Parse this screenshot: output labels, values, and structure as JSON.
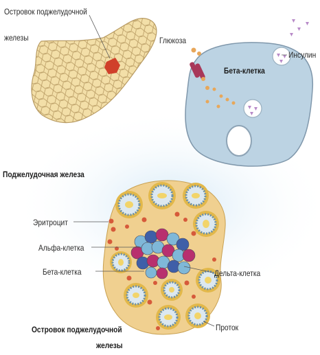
{
  "labels": {
    "islet_top_line1": "Островок поджелудочной",
    "islet_top_line2": "железы",
    "glucose": "Глюкоза",
    "insulin": "Инсулин",
    "beta_cell_title": "Бета-клетка",
    "pancreas": "Поджелудочная железа",
    "erythrocyte": "Эритроцит",
    "alpha_cell": "Альфа-клетка",
    "beta_cell": "Бета-клетка",
    "delta_cell": "Дельта-клетка",
    "duct": "Проток",
    "islet_bottom_line1": "Островок поджелудочной",
    "islet_bottom_line2": "железы"
  },
  "colors": {
    "pancreas_fill": "#f3dfa8",
    "pancreas_stroke": "#b89b63",
    "islet_spot": "#d0402a",
    "beta_cell_body": "#bcd3e3",
    "beta_cell_stroke": "#7f97ab",
    "glucose_dot": "#e8a75a",
    "receptor": "#a8385a",
    "insulin_tri": "#b88ac8",
    "islet_background": "#f0d090",
    "acinus_outer": "#e2b84a",
    "acinus_inner": "#dce8f0",
    "erythrocyte": "#d65a3a",
    "alpha_color": "#b8306e",
    "beta_color": "#7fb8d8",
    "delta_color": "#3f5fa8"
  }
}
